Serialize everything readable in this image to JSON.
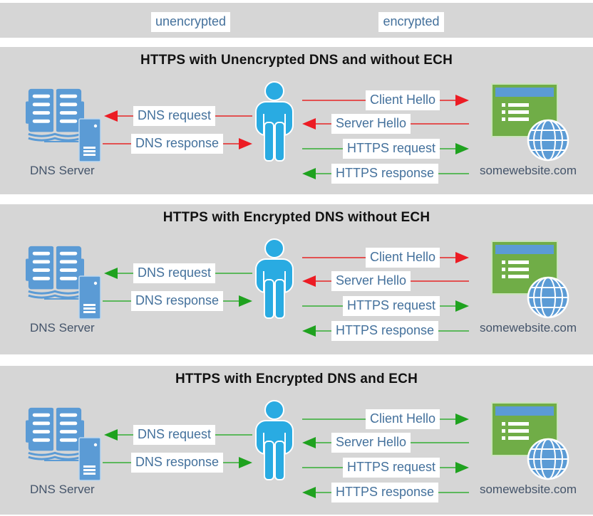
{
  "colors": {
    "red_line": "#e25151",
    "red_head": "#ec1c24",
    "green_line": "#5cb85c",
    "green_head": "#1fa21f",
    "panel_bg": "#d6d6d6",
    "label_text": "#44719c",
    "entity_text": "#44546a",
    "person_blue": "#29abe2",
    "icon_blue": "#5b9bd5",
    "site_green": "#70ad47"
  },
  "legend": {
    "items": [
      {
        "label": "unencrypted",
        "color": "red",
        "direction": "none"
      },
      {
        "label": "encrypted",
        "color": "green",
        "direction": "none"
      }
    ]
  },
  "panels": [
    {
      "title": "HTTPS with Unencrypted DNS and without ECH",
      "dns_server_label": "DNS Server",
      "website_label": "somewebsite.com",
      "arrows": {
        "dns_request": {
          "label": "DNS request",
          "color": "red",
          "direction": "left"
        },
        "dns_response": {
          "label": "DNS response",
          "color": "red",
          "direction": "right"
        },
        "client_hello": {
          "label": "Client Hello",
          "color": "red",
          "direction": "right"
        },
        "server_hello": {
          "label": "Server Hello",
          "color": "red",
          "direction": "left"
        },
        "https_request": {
          "label": "HTTPS request",
          "color": "green",
          "direction": "right"
        },
        "https_response": {
          "label": "HTTPS response",
          "color": "green",
          "direction": "left"
        }
      }
    },
    {
      "title": "HTTPS with Encrypted DNS without ECH",
      "dns_server_label": "DNS Server",
      "website_label": "somewebsite.com",
      "arrows": {
        "dns_request": {
          "label": "DNS request",
          "color": "green",
          "direction": "left"
        },
        "dns_response": {
          "label": "DNS response",
          "color": "green",
          "direction": "right"
        },
        "client_hello": {
          "label": "Client Hello",
          "color": "red",
          "direction": "right"
        },
        "server_hello": {
          "label": "Server Hello",
          "color": "red",
          "direction": "left"
        },
        "https_request": {
          "label": "HTTPS request",
          "color": "green",
          "direction": "right"
        },
        "https_response": {
          "label": "HTTPS response",
          "color": "green",
          "direction": "left"
        }
      }
    },
    {
      "title": "HTTPS with Encrypted DNS and ECH",
      "dns_server_label": "DNS Server",
      "website_label": "somewebsite.com",
      "arrows": {
        "dns_request": {
          "label": "DNS request",
          "color": "green",
          "direction": "left"
        },
        "dns_response": {
          "label": "DNS response",
          "color": "green",
          "direction": "right"
        },
        "client_hello": {
          "label": "Client Hello",
          "color": "green",
          "direction": "right"
        },
        "server_hello": {
          "label": "Server Hello",
          "color": "green",
          "direction": "left"
        },
        "https_request": {
          "label": "HTTPS request",
          "color": "green",
          "direction": "right"
        },
        "https_response": {
          "label": "HTTPS response",
          "color": "green",
          "direction": "left"
        }
      }
    }
  ]
}
